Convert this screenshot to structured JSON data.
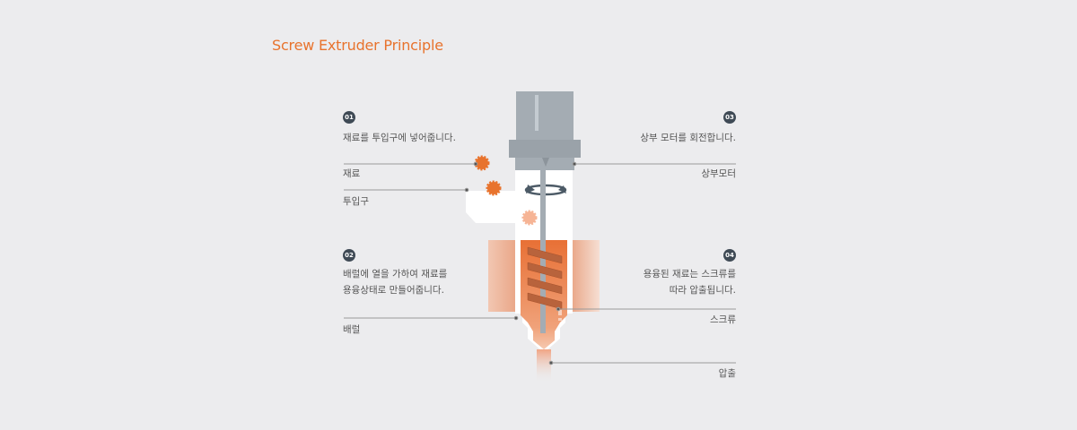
{
  "title": "Screw Extruder Principle",
  "steps": [
    {
      "number": "01",
      "text": [
        "재료를 투입구에 넣어줍니다."
      ]
    },
    {
      "number": "02",
      "text": [
        "배럴에 열을 가하여 재료를",
        "용융상태로 만들어줍니다."
      ]
    },
    {
      "number": "03",
      "text": [
        "상부 모터를 회전합니다."
      ]
    },
    {
      "number": "04",
      "text": [
        "용융된 재료는 스크류를",
        "따라 압출됩니다."
      ]
    }
  ],
  "labels": {
    "material": "재료",
    "hopper": "투입구",
    "barrel": "배럴",
    "motor": "상부모터",
    "screw": "스크류",
    "extrusion": "압출"
  },
  "colors": {
    "title": "#e8732d",
    "badge": "#3f4a55",
    "material": "#e8732d",
    "motor": "#a4acb3"
  }
}
